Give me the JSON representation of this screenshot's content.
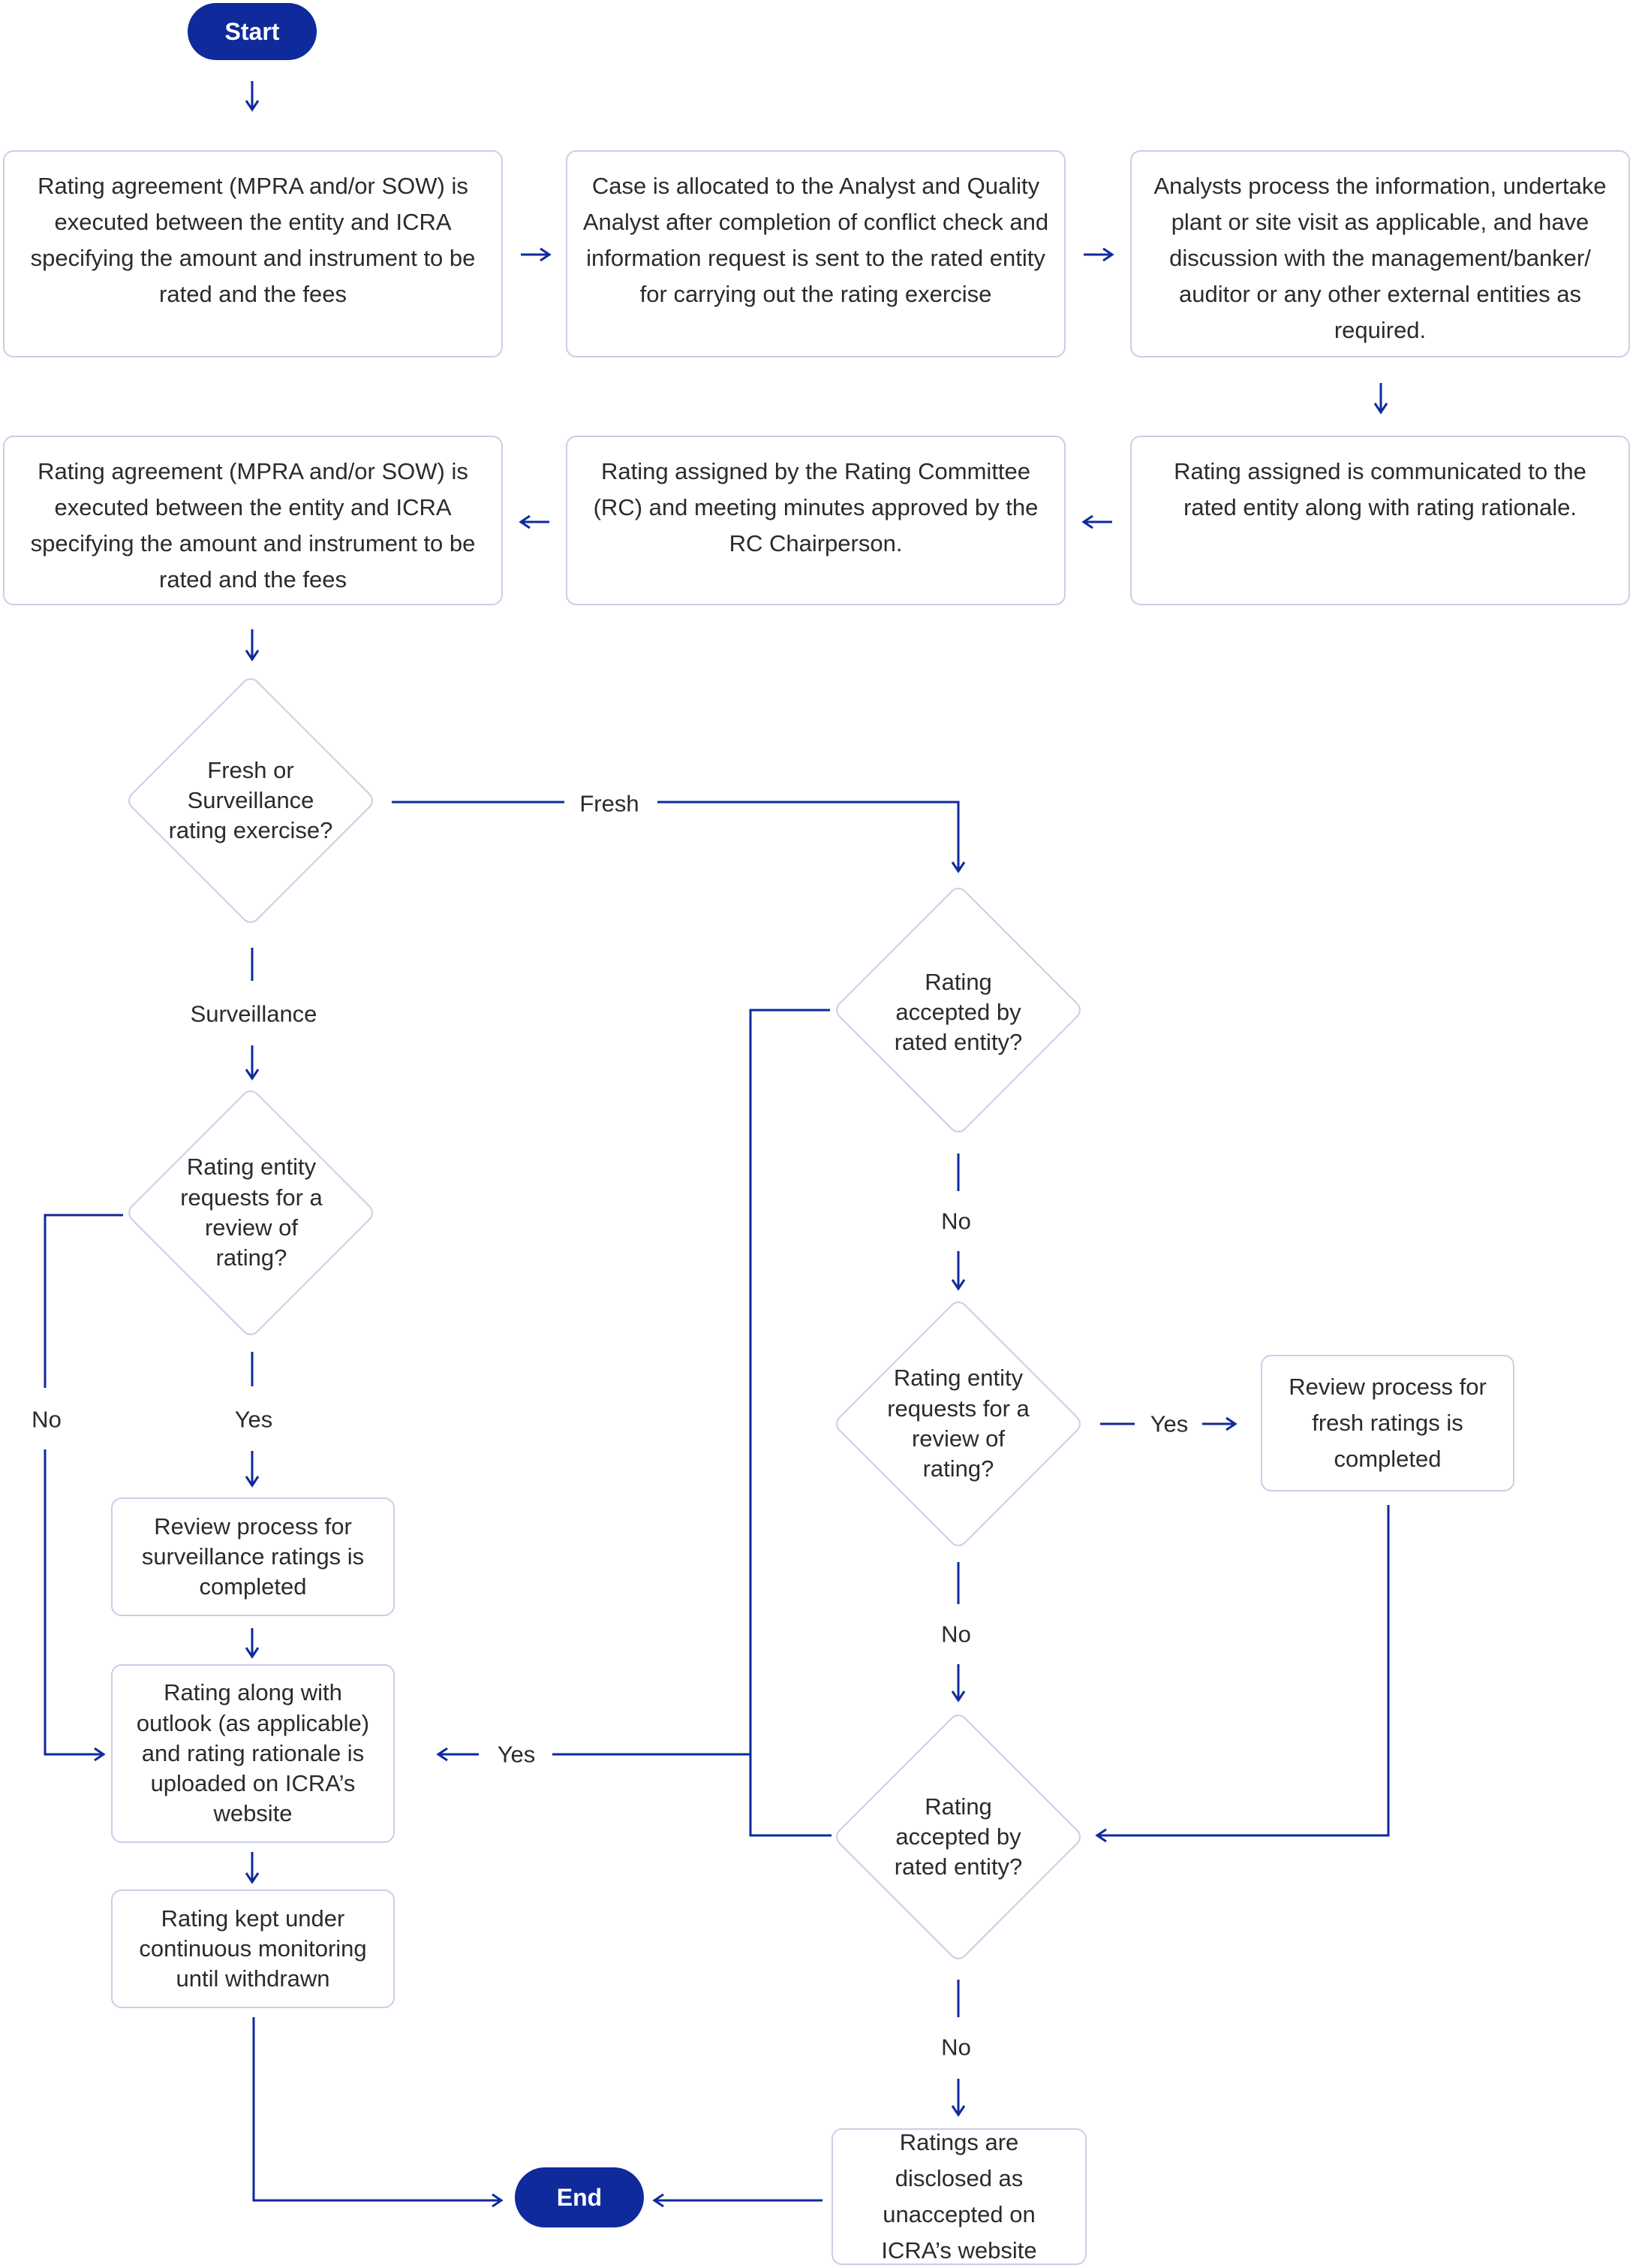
{
  "start_label": "Start",
  "end_label": "End",
  "steps": {
    "agreement_1": "Rating agreement (MPRA and/or SOW) is executed between the entity and ICRA specifying the amount and instrument to be rated and the fees",
    "allocation": "Case is allocated to the Analyst and Quality Analyst after completion of conflict check and information request is sent to the rated entity for carrying out the rating exercise",
    "analysis": "Analysts process the information, undertake plant or site visit as applicable, and have discussion with the management/banker/ auditor or any other external entities as required.",
    "communicated": "Rating assigned is communicated to the rated entity along with rating rationale.",
    "committee": "Rating assigned by the Rating Committee (RC) and meeting minutes approved by the RC Chairperson.",
    "agreement_2": "Rating agreement (MPRA and/or SOW) is executed between the entity and ICRA specifying the amount and instrument to be rated and the fees",
    "review_surveillance": "Review process for surveillance ratings is completed",
    "uploaded": "Rating along with outlook (as applicable) and rating rationale is uploaded on ICRA’s website",
    "monitoring": "Rating kept under continuous monitoring until withdrawn",
    "review_fresh": "Review process for fresh ratings is completed",
    "disclosed": "Ratings are disclosed as unaccepted on ICRA’s website"
  },
  "decisions": {
    "fresh_or_surveillance": "Fresh or Surveillance rating exercise?",
    "review_request_left": "Rating entity requests for a review of rating?",
    "accepted_1": "Rating accepted by rated entity?",
    "review_request_right": "Rating entity requests for a review of rating?",
    "accepted_2": "Rating accepted by rated entity?"
  },
  "edge_labels": {
    "fresh": "Fresh",
    "surveillance": "Surveillance",
    "no_left": "No",
    "yes_left": "Yes",
    "no_1": "No",
    "yes_right": "Yes",
    "no_2": "No",
    "yes_upload": "Yes",
    "no_3": "No"
  },
  "colors": {
    "accent": "#0f2a9b",
    "box_border": "#c8cfe6",
    "text": "#2b2b2b"
  }
}
